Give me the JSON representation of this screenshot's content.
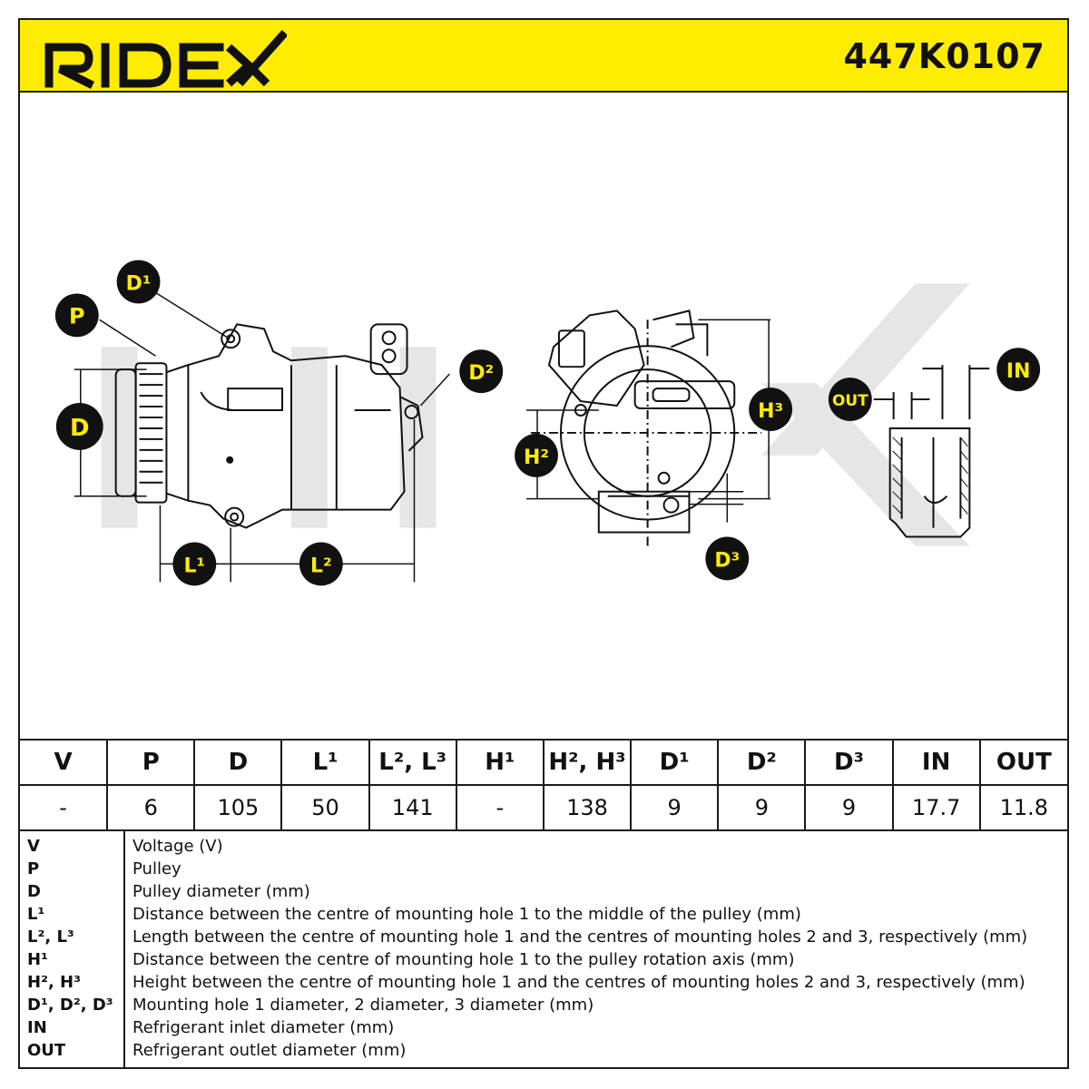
{
  "header": {
    "brand": "RIDEX",
    "part_number": "447K0107"
  },
  "drawing": {
    "labels": {
      "P": "P",
      "D1": "D¹",
      "D": "D",
      "D2": "D²",
      "L1": "L¹",
      "L2": "L²",
      "H3": "H³",
      "H2": "H²",
      "D3": "D³",
      "OUT": "OUT",
      "IN": "IN"
    }
  },
  "spec_table": {
    "headers": [
      "V",
      "P",
      "D",
      "L¹",
      "L², L³",
      "H¹",
      "H², H³",
      "D¹",
      "D²",
      "D³",
      "IN",
      "OUT"
    ],
    "values": [
      "-",
      "6",
      "105",
      "50",
      "141",
      "-",
      "138",
      "9",
      "9",
      "9",
      "17.7",
      "11.8"
    ]
  },
  "legend": [
    {
      "key": "V",
      "text": "Voltage (V)"
    },
    {
      "key": "P",
      "text": "Pulley"
    },
    {
      "key": "D",
      "text": "Pulley diameter (mm)"
    },
    {
      "key": "L¹",
      "text": "Distance between the centre of mounting hole 1 to the middle of the pulley (mm)"
    },
    {
      "key": "L², L³",
      "text": "Length between the centre of mounting hole 1 and the centres of mounting holes 2 and 3, respectively (mm)"
    },
    {
      "key": "H¹",
      "text": "Distance between the centre of mounting hole 1 to the pulley rotation axis (mm)"
    },
    {
      "key": "H², H³",
      "text": "Height between the centre of mounting hole 1 and the centres of mounting holes 2 and 3, respectively (mm)"
    },
    {
      "key": "D¹, D², D³",
      "text": "Mounting hole 1 diameter, 2 diameter, 3 diameter (mm)"
    },
    {
      "key": "IN",
      "text": "Refrigerant inlet diameter (mm)"
    },
    {
      "key": "OUT",
      "text": "Refrigerant outlet diameter (mm)"
    }
  ]
}
